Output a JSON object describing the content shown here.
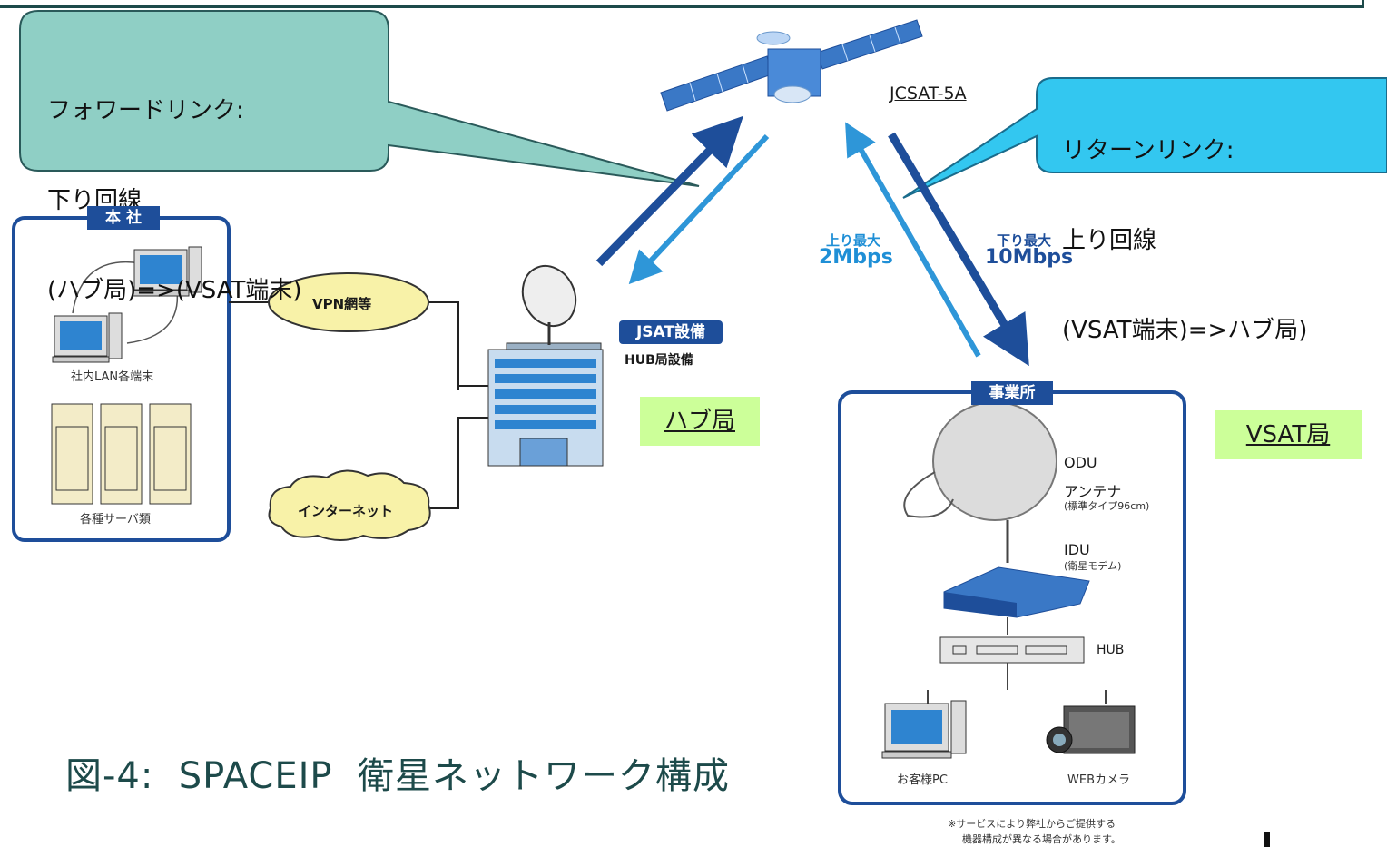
{
  "callouts": {
    "forward": {
      "line1": "フォワードリンク:",
      "line2": "下り回線",
      "line3": "(ハブ局)=>(VSAT端末)"
    },
    "return": {
      "line1": "リターンリンク:",
      "line2": "上り回線",
      "line3": "(VSAT端末)=>ハブ局)"
    }
  },
  "satellite_label": "JCSAT-5A",
  "hq": {
    "title": "本 社",
    "lan_label": "社内LAN各端末",
    "servers_label": "各種サーバ類"
  },
  "clouds": {
    "vpn": "VPN網等",
    "internet": "インターネット"
  },
  "hub": {
    "badge": "JSAT設備",
    "label": "HUB局設備",
    "station": "ハブ局"
  },
  "links": {
    "up_title": "上り最大",
    "up_speed": "2Mbps",
    "down_title": "下り最大",
    "down_speed": "10Mbps"
  },
  "office": {
    "title": "事業所",
    "odu": "ODU",
    "antenna": "アンテナ",
    "antenna_note": "(標準タイプ96cm)",
    "idu": "IDU",
    "idu_note": "(衛星モデム)",
    "hub": "HUB",
    "pc": "お客様PC",
    "camera": "WEBカメラ",
    "note1": "※サービスにより弊社からご提供する",
    "note2": "機器構成が異なる場合があります。"
  },
  "vsat_station": "VSAT局",
  "caption": "図-4:  SPACEIP  衛星ネットワーク構成",
  "colors": {
    "accent_dark": "#1e4e9a",
    "accent_light": "#1f8fd6",
    "callout_left": "#8fcfc5",
    "callout_right": "#33c7f0",
    "station_bg": "#ccff99"
  }
}
